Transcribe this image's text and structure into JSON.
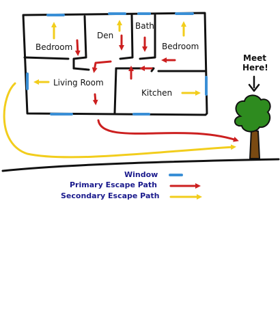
{
  "colors": {
    "wall": "#111111",
    "window": "#3a8fd6",
    "primary": "#cc1f1f",
    "secondary": "#f2cd1c",
    "legend_text": "#1a1a8c",
    "tree_leaves": "#2e8b1f",
    "tree_trunk": "#7a4a12"
  },
  "rooms": {
    "bedroom_left": "Bedroom",
    "den": "Den",
    "bath": "Bath",
    "bedroom_right": "Bedroom",
    "living_room": "Living Room",
    "kitchen": "Kitchen"
  },
  "meeting_point": {
    "line1": "Meet",
    "line2": "Here!"
  },
  "legend": {
    "window": "Window",
    "primary": "Primary Escape Path",
    "secondary": "Secondary Escape Path"
  }
}
